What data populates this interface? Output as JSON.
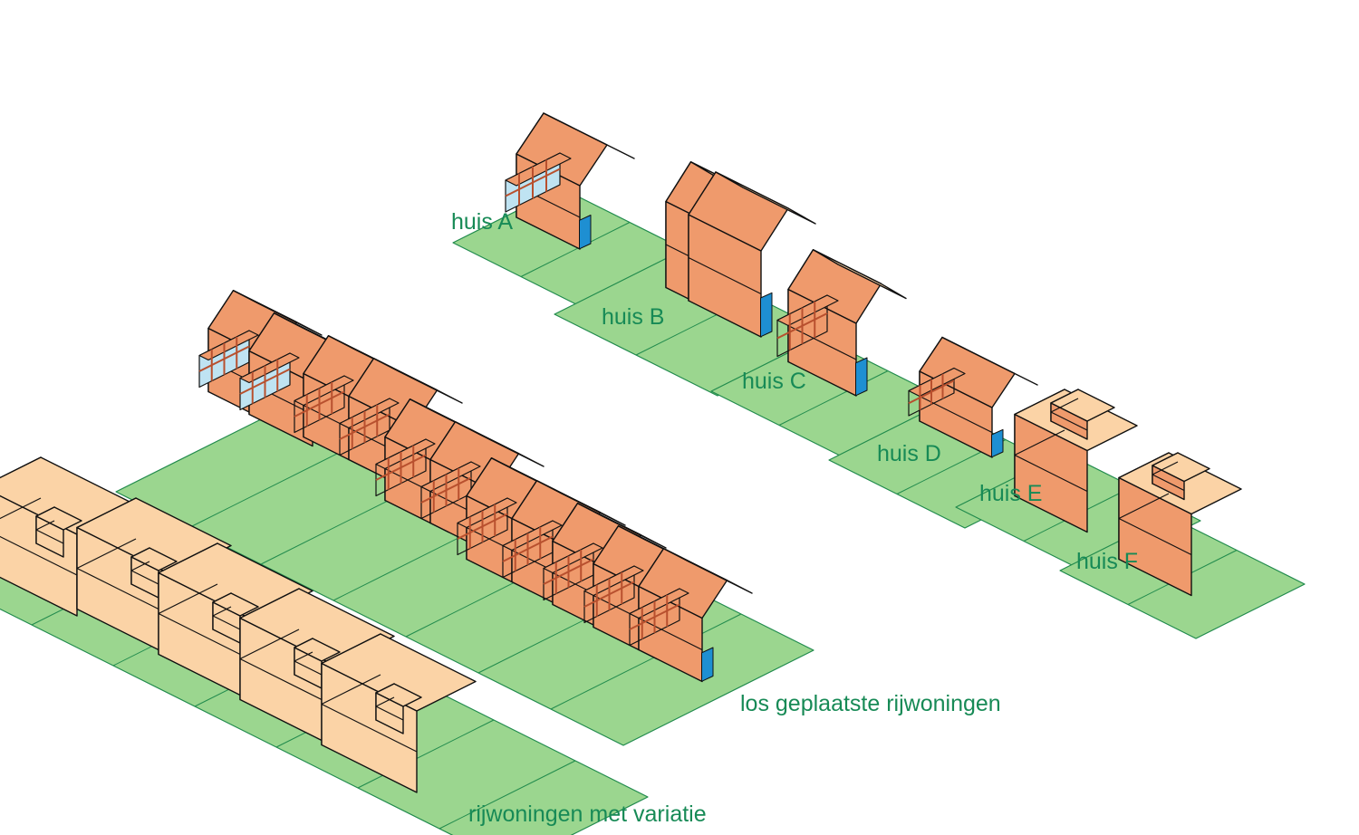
{
  "labels": {
    "huis_a": "huis A",
    "huis_b": "huis B",
    "huis_c": "huis C",
    "huis_d": "huis D",
    "huis_e": "huis E",
    "huis_f": "huis F",
    "los_geplaatste": "los geplaatste rijwoningen",
    "variatie": "rijwoningen met variatie"
  },
  "colors": {
    "plot_green": "#9bd68f",
    "plot_edge": "#1f8a4c",
    "roof_orange": "#ef9a6c",
    "roof_shade": "#e58355",
    "wall_cream": "#fff7cf",
    "wall_peach": "#fbd3a6",
    "glass_blue": "#bfe3f2",
    "door_blue": "#1e8fd2",
    "frame_brown": "#b8502e",
    "label_green": "#178a56",
    "outline": "#111111"
  }
}
